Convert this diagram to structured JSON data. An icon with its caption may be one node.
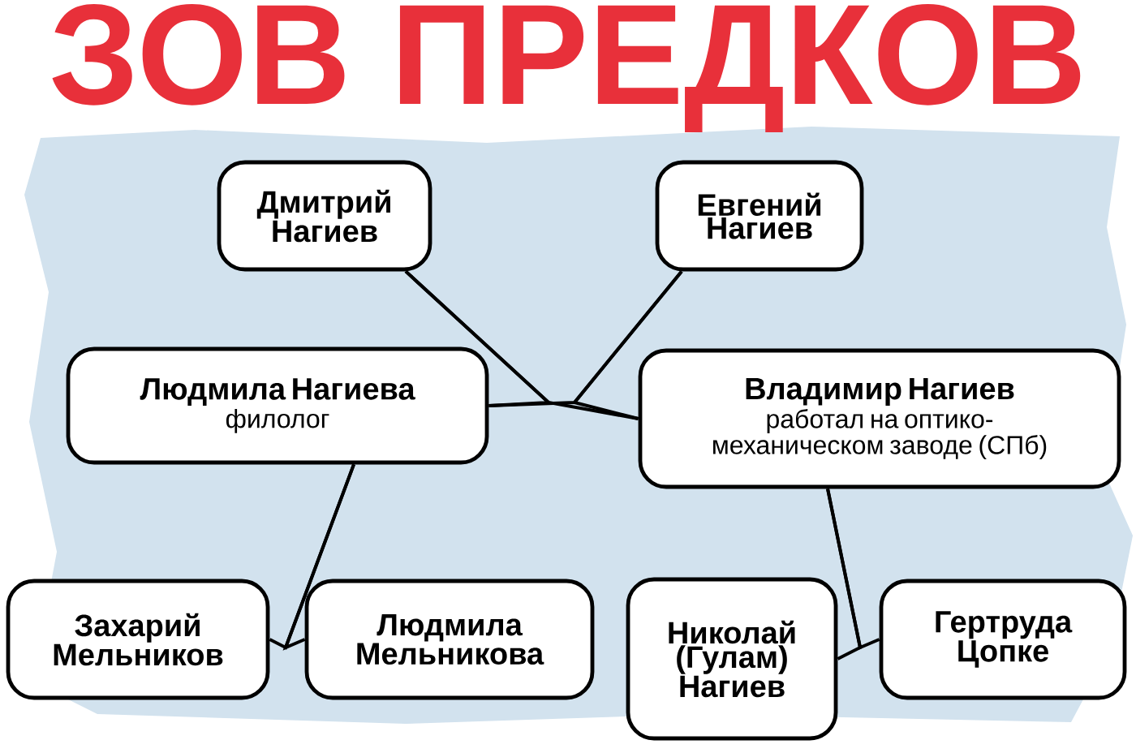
{
  "diagram": {
    "title": "ЗОВ ПРЕДКОВ",
    "nodes": [
      {
        "text": [
          "Дмитрий Нагиев"
        ]
      },
      {
        "text": [
          "Евгений Нагиев"
        ]
      },
      {
        "text": [
          "Людмила Нагиева",
          "филолог"
        ]
      },
      {
        "text": [
          "Владимир Нагиев",
          "работал на оптико-механическом заводе (СПб)"
        ]
      },
      {
        "text": [
          "Захарий Мельников"
        ]
      },
      {
        "text": [
          "Людмила Мельникова"
        ]
      },
      {
        "text": [
          "Николай (Гулам) Нагиев"
        ]
      },
      {
        "text": [
          "Гертруда Цопке"
        ]
      }
    ],
    "edges": [
      {
        "from": 2,
        "to": 0,
        "arrow": "none"
      },
      {
        "from": 3,
        "to": 0,
        "arrow": "none"
      },
      {
        "from": 2,
        "to": 1,
        "arrow": "none"
      },
      {
        "from": 3,
        "to": 1,
        "arrow": "none"
      },
      {
        "from": 4,
        "to": 2,
        "arrow": "none"
      },
      {
        "from": 5,
        "to": 2,
        "arrow": "none"
      },
      {
        "from": 6,
        "to": 3,
        "arrow": "none"
      },
      {
        "from": 7,
        "to": 3,
        "arrow": "none"
      }
    ]
  }
}
